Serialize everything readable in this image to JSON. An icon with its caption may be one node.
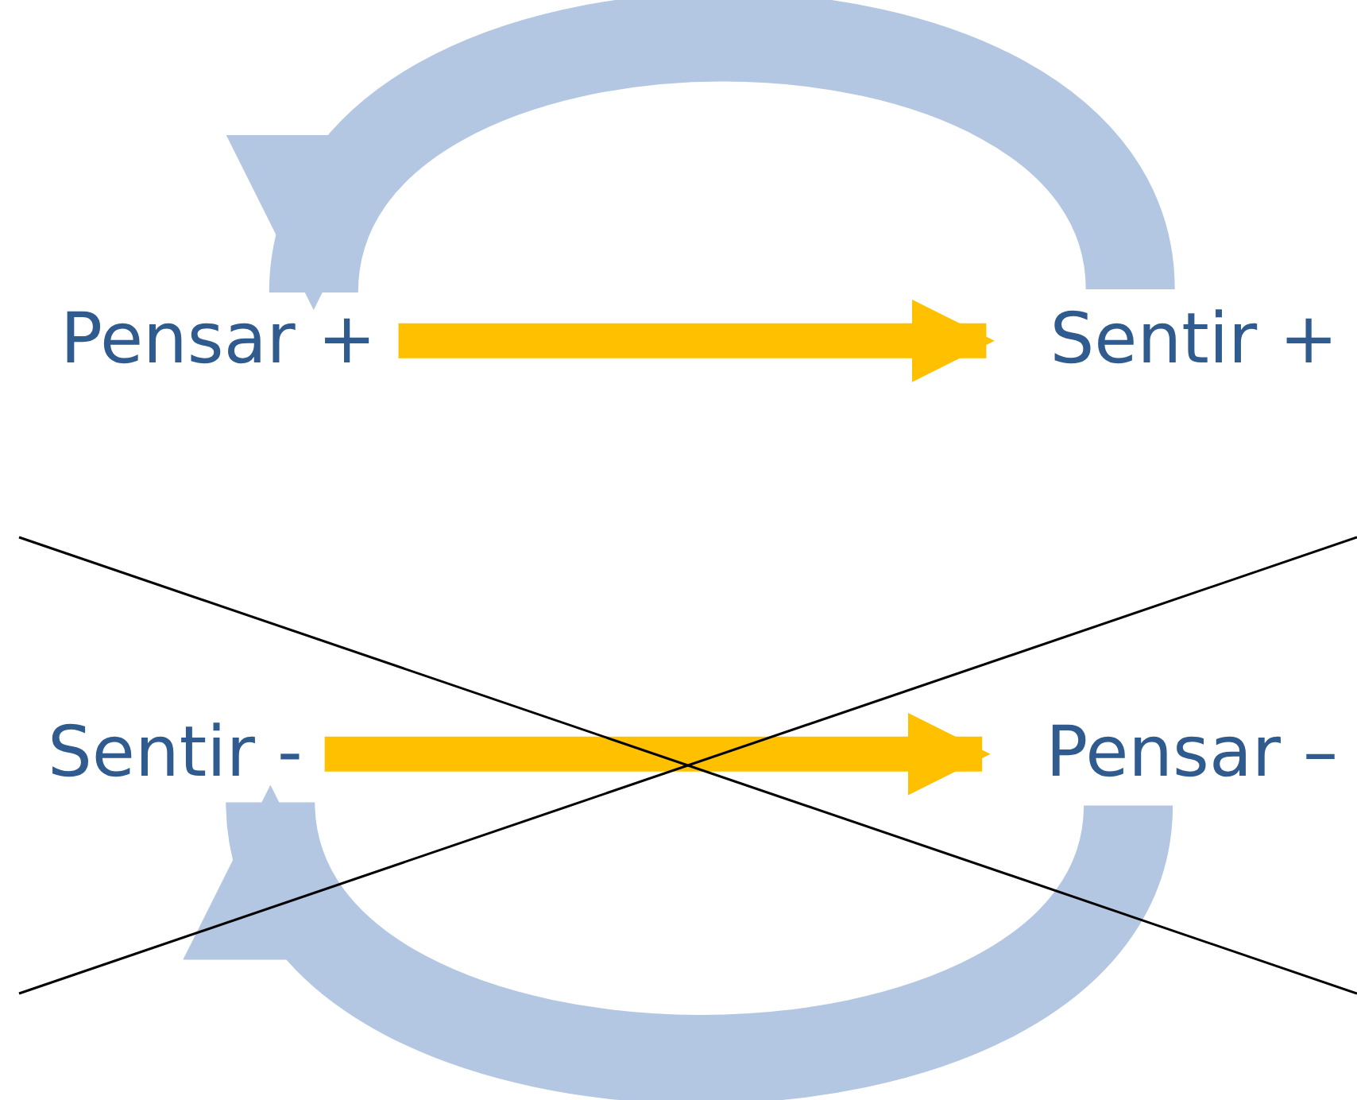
{
  "diagram": {
    "nodes": [
      {
        "text": [
          "Pensar +"
        ]
      },
      {
        "text": [
          "Sentir +"
        ]
      },
      {
        "text": [
          "Sentir -"
        ]
      },
      {
        "text": [
          "Pensar –"
        ]
      }
    ],
    "edges": [
      {
        "from": 0,
        "to": 1,
        "arrow": "to",
        "color": "#ffc000"
      },
      {
        "from": 1,
        "to": 0,
        "arrow": "to",
        "style": "thick",
        "color": "#b4c7e2"
      },
      {
        "from": 2,
        "to": 3,
        "arrow": "to",
        "color": "#ffc000"
      },
      {
        "from": 3,
        "to": 2,
        "arrow": "to",
        "style": "thick",
        "color": "#b4c7e2"
      }
    ]
  }
}
